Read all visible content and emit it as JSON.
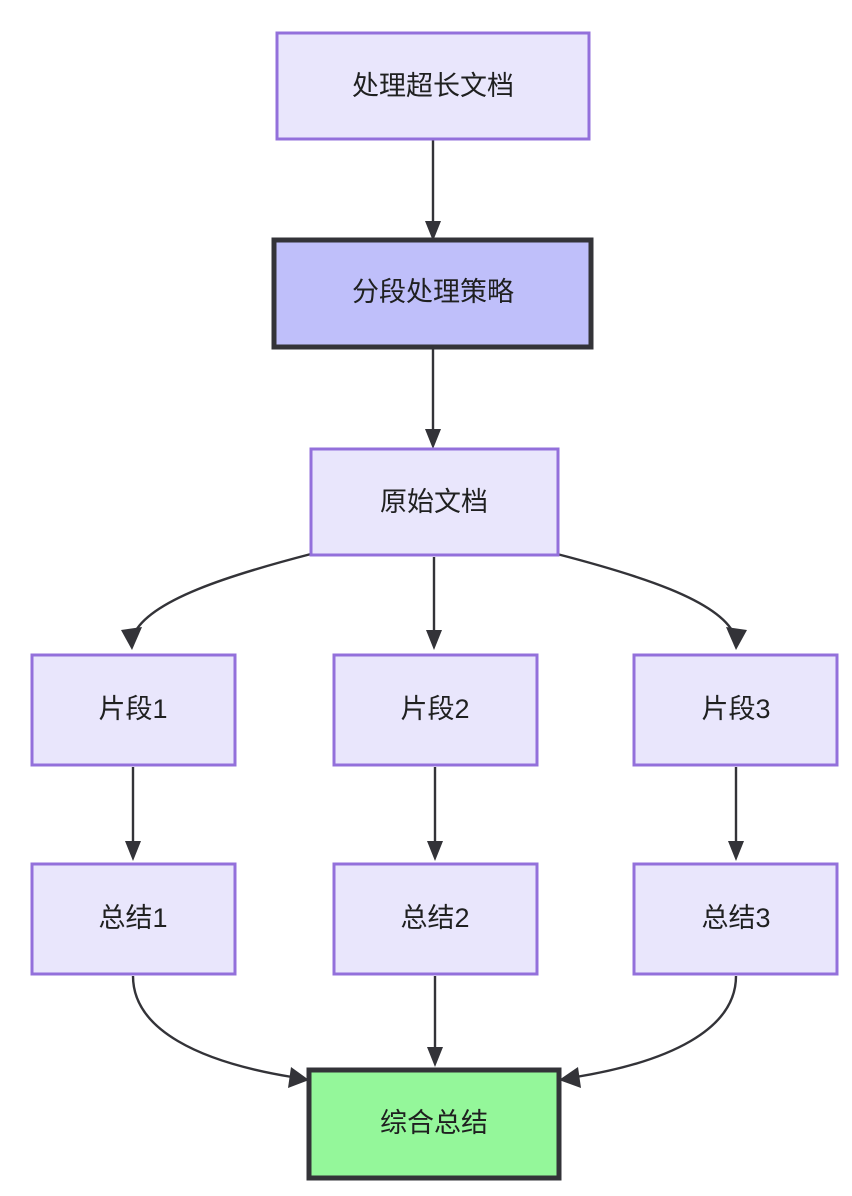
{
  "diagram": {
    "type": "flowchart",
    "orientation": "top-to-bottom",
    "title_node": "处理超长文档",
    "background_color": "#ffffff",
    "colors": {
      "node_fill": "#e9e6fc",
      "node_border": "#9370db",
      "emphasis_fill": "#bfbffa",
      "emphasis_border": "#333338",
      "final_fill": "#94f79a",
      "final_border": "#333338",
      "edge": "#333338",
      "text": "#1f2020"
    },
    "nodes": [
      {
        "id": "n1",
        "label": "处理超长文档",
        "style": "normal"
      },
      {
        "id": "n2",
        "label": "分段处理策略",
        "style": "emphasis"
      },
      {
        "id": "n3",
        "label": "原始文档",
        "style": "normal"
      },
      {
        "id": "n4",
        "label": "片段1",
        "style": "normal"
      },
      {
        "id": "n5",
        "label": "片段2",
        "style": "normal"
      },
      {
        "id": "n6",
        "label": "片段3",
        "style": "normal"
      },
      {
        "id": "n7",
        "label": "总结1",
        "style": "normal"
      },
      {
        "id": "n8",
        "label": "总结2",
        "style": "normal"
      },
      {
        "id": "n9",
        "label": "总结3",
        "style": "normal"
      },
      {
        "id": "n10",
        "label": "综合总结",
        "style": "final"
      }
    ],
    "edges": [
      {
        "from": "n1",
        "to": "n2"
      },
      {
        "from": "n2",
        "to": "n3"
      },
      {
        "from": "n3",
        "to": "n4"
      },
      {
        "from": "n3",
        "to": "n5"
      },
      {
        "from": "n3",
        "to": "n6"
      },
      {
        "from": "n4",
        "to": "n7"
      },
      {
        "from": "n5",
        "to": "n8"
      },
      {
        "from": "n6",
        "to": "n9"
      },
      {
        "from": "n7",
        "to": "n10"
      },
      {
        "from": "n8",
        "to": "n10"
      },
      {
        "from": "n9",
        "to": "n10"
      }
    ]
  }
}
